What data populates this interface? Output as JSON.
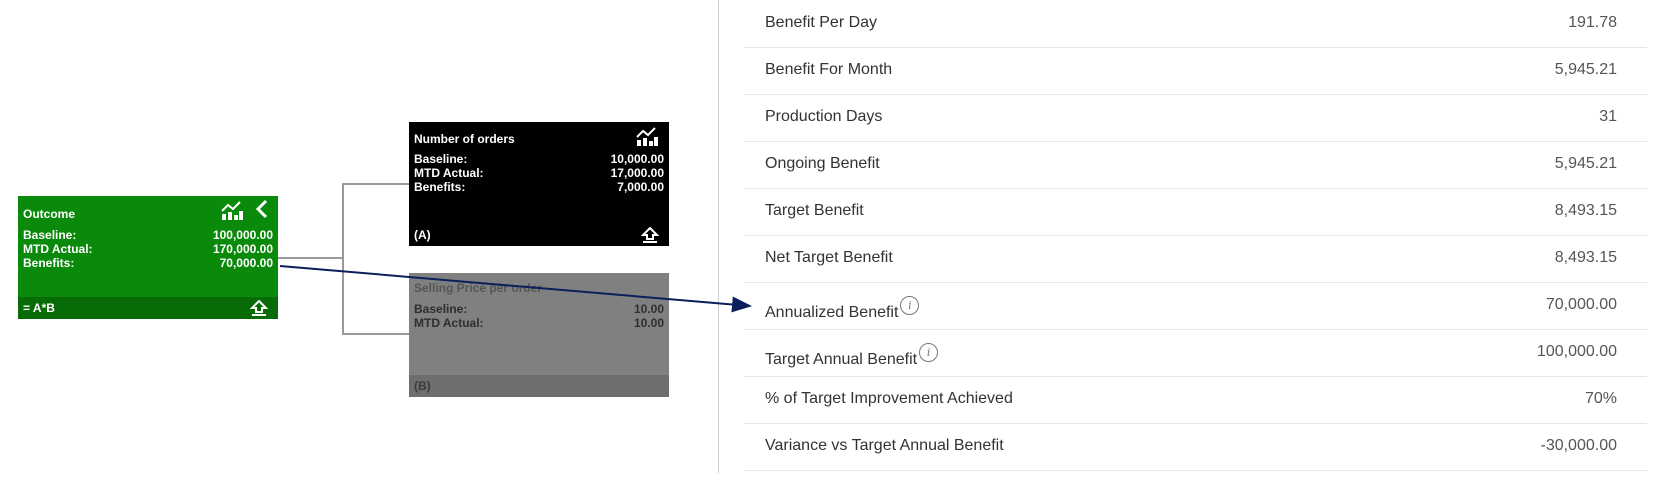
{
  "cards": {
    "outcome": {
      "title": "Outcome",
      "baseline_label": "Baseline:",
      "baseline_value": "100,000.00",
      "mtd_label": "MTD Actual:",
      "mtd_value": "170,000.00",
      "benefits_label": "Benefits:",
      "benefits_value": "70,000.00",
      "formula": "= A*B",
      "color": "#0a8a0a"
    },
    "orders": {
      "title": "Number of orders",
      "baseline_label": "Baseline:",
      "baseline_value": "10,000.00",
      "mtd_label": "MTD Actual:",
      "mtd_value": "17,000.00",
      "benefits_label": "Benefits:",
      "benefits_value": "7,000.00",
      "footer_label": "(A)",
      "color": "#000000"
    },
    "price": {
      "title": "Selling Price per order",
      "baseline_label": "Baseline:",
      "baseline_value": "10.00",
      "mtd_label": "MTD Actual:",
      "mtd_value": "10.00",
      "footer_label": "(B)",
      "color": "#808080"
    }
  },
  "details": {
    "rows": [
      {
        "label": "Benefit Per Day",
        "value": "191.78"
      },
      {
        "label": "Benefit For Month",
        "value": "5,945.21"
      },
      {
        "label": "Production Days",
        "value": "31"
      },
      {
        "label": "Ongoing Benefit",
        "value": "5,945.21"
      },
      {
        "label": "Target Benefit",
        "value": "8,493.15"
      },
      {
        "label": "Net Target Benefit",
        "value": "8,493.15"
      },
      {
        "label": "Annualized Benefit",
        "value": "70,000.00",
        "info": "i"
      },
      {
        "label": "Target Annual Benefit",
        "value": "100,000.00",
        "info": "i"
      },
      {
        "label": "% of Target Improvement Achieved",
        "value": "70%"
      },
      {
        "label": "Variance vs Target Annual Benefit",
        "value": "-30,000.00"
      }
    ]
  },
  "icons": {
    "chart": "chart-icon",
    "upload": "upload-icon",
    "collapse": "chevron-left-icon",
    "info": "info-icon"
  }
}
